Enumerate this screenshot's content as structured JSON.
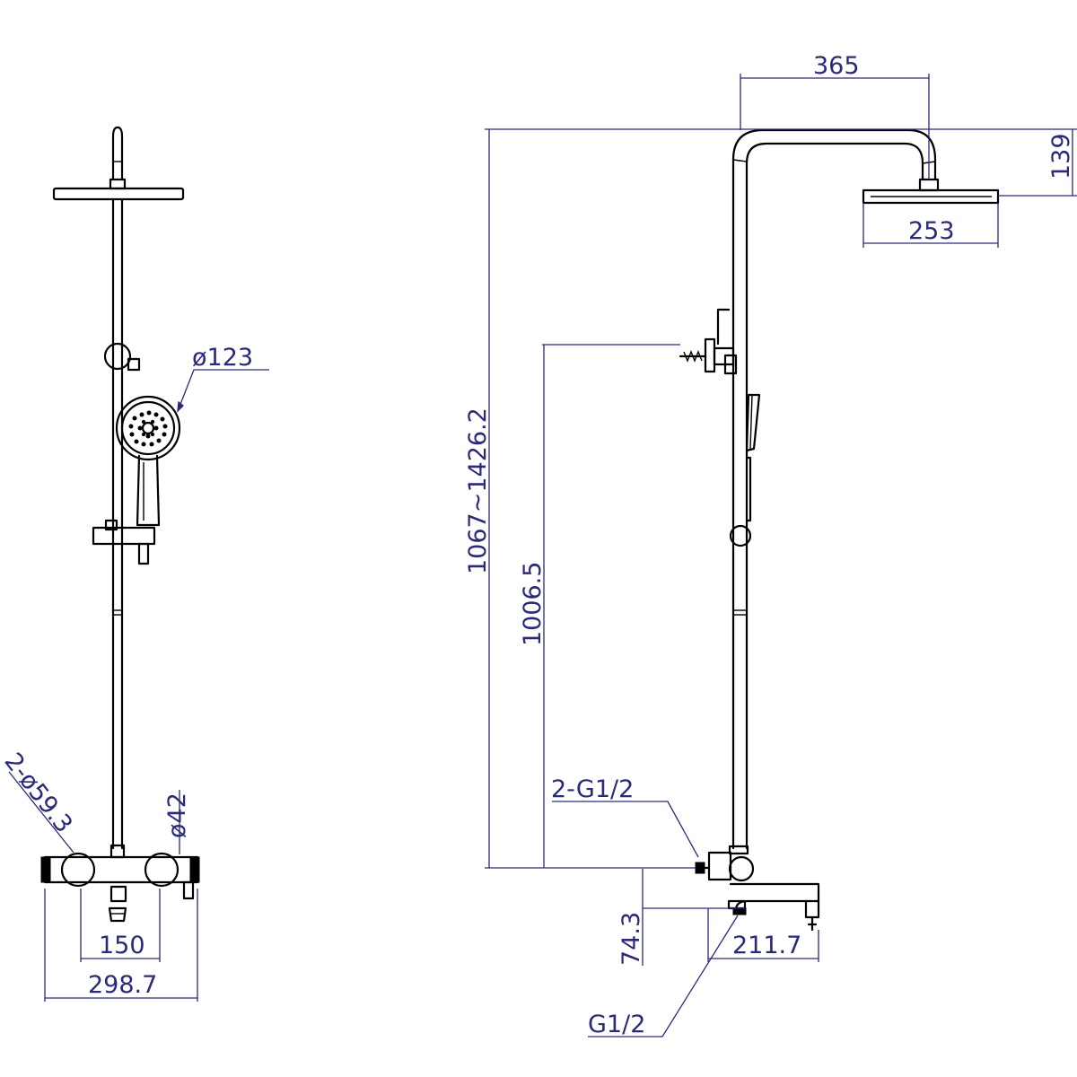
{
  "dimensions": {
    "front_hand_shower_dia": "ø123",
    "front_valve_holes": "2-ø59.3",
    "front_knob_dia": "ø42",
    "front_inlet_spacing": "150",
    "front_total_width": "298.7",
    "side_arm_reach": "365",
    "side_head_height": "139",
    "side_head_width": "253",
    "side_total_height": "1067~1426.2",
    "side_bracket_height": "1006.5",
    "side_inlets": "2-G1/2",
    "side_spout_offset": "74.3",
    "side_spout_length": "211.7",
    "side_outlet": "G1/2"
  },
  "colors": {
    "outline": "#000000",
    "dimension": "#2a2a7a"
  }
}
